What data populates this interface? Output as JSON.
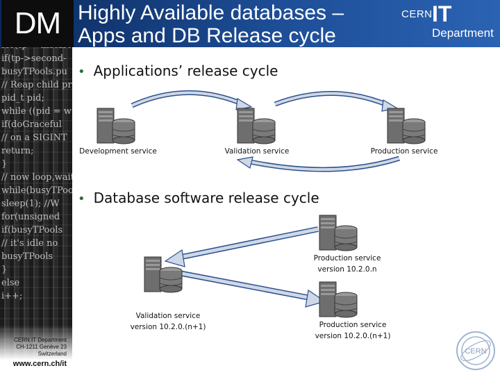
{
  "header": {
    "logo_text": "DM",
    "title_line1": "Highly Available databases –",
    "title_line2": "Apps and DB Release cycle",
    "cern_logo": {
      "cern": "CERN",
      "it": "IT",
      "department": "Department"
    }
  },
  "sidebar": {
    "code_lines": [
      "for(tp = mstart",
      "if(tp->second-",
      "busyTPools.pu",
      "// Reap child pr",
      "pid_t pid;",
      "while ((pid = w",
      "if(doGraceful",
      "// on a SIGINT",
      "return;",
      "}",
      "// now loop,wait",
      "while(busyTPoo",
      "sleep(1);  //W",
      "for(unsigned",
      "if(busyTPools",
      "// it's idle no",
      "busyTPools",
      "}",
      "else",
      "i++;"
    ],
    "footer": {
      "line1": "CERN IT Department",
      "line2": "CH-1211 Genève 23",
      "line3": "Switzerland",
      "url": "www.cern.ch/it"
    }
  },
  "section1": {
    "bullet": "Applications’ release cycle",
    "servers": [
      {
        "label": "Development service"
      },
      {
        "label": "Validation service"
      },
      {
        "label": "Production service"
      }
    ]
  },
  "section2": {
    "bullet": "Database software release cycle",
    "prod_current": {
      "line1": "Production service",
      "line2": "version 10.2.0.n"
    },
    "validation": {
      "line1": "Validation service",
      "line2": "version 10.2.0.(n+1)"
    },
    "prod_next": {
      "line1": "Production service",
      "line2": "version 10.2.0.(n+1)"
    }
  },
  "colors": {
    "arrow_fill": "#cfd8e8",
    "arrow_stroke": "#2b4f8a",
    "bullet_dot": "#2a6f3f",
    "header_blue": "#1d4d96"
  },
  "seal": {
    "text": "CERN"
  }
}
